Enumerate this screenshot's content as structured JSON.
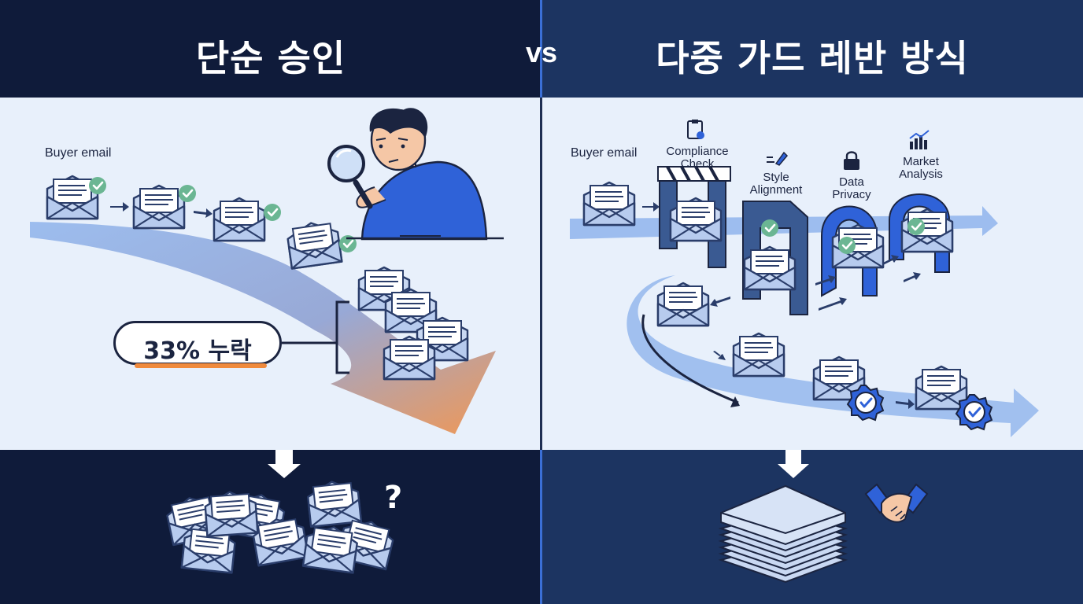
{
  "header": {
    "left_title": "단순 승인",
    "vs_label": "vs",
    "right_title": "다중 가드 레반 방식"
  },
  "left_panel": {
    "start_label": "Buyer email",
    "missing_badge": "33% 누락",
    "question_mark": "?"
  },
  "right_panel": {
    "start_label": "Buyer email",
    "gates": [
      {
        "label_line1": "Compliance",
        "label_line2": "Check",
        "icon": "clipboard-check-icon"
      },
      {
        "label_line1": "Style",
        "label_line2": "Alignment",
        "icon": "pen-icon"
      },
      {
        "label_line1": "Data",
        "label_line2": "Privacy",
        "icon": "lock-icon"
      },
      {
        "label_line1": "Market",
        "label_line2": "Analysis",
        "icon": "bar-chart-icon"
      }
    ]
  },
  "colors": {
    "dark_navy": "#0f1b3a",
    "panel_blue": "#1c3461",
    "light_bg": "#e8f0fb",
    "accent_orange": "#f08a3c",
    "check_green": "#5fae8c",
    "badge_blue": "#2f62d8"
  }
}
